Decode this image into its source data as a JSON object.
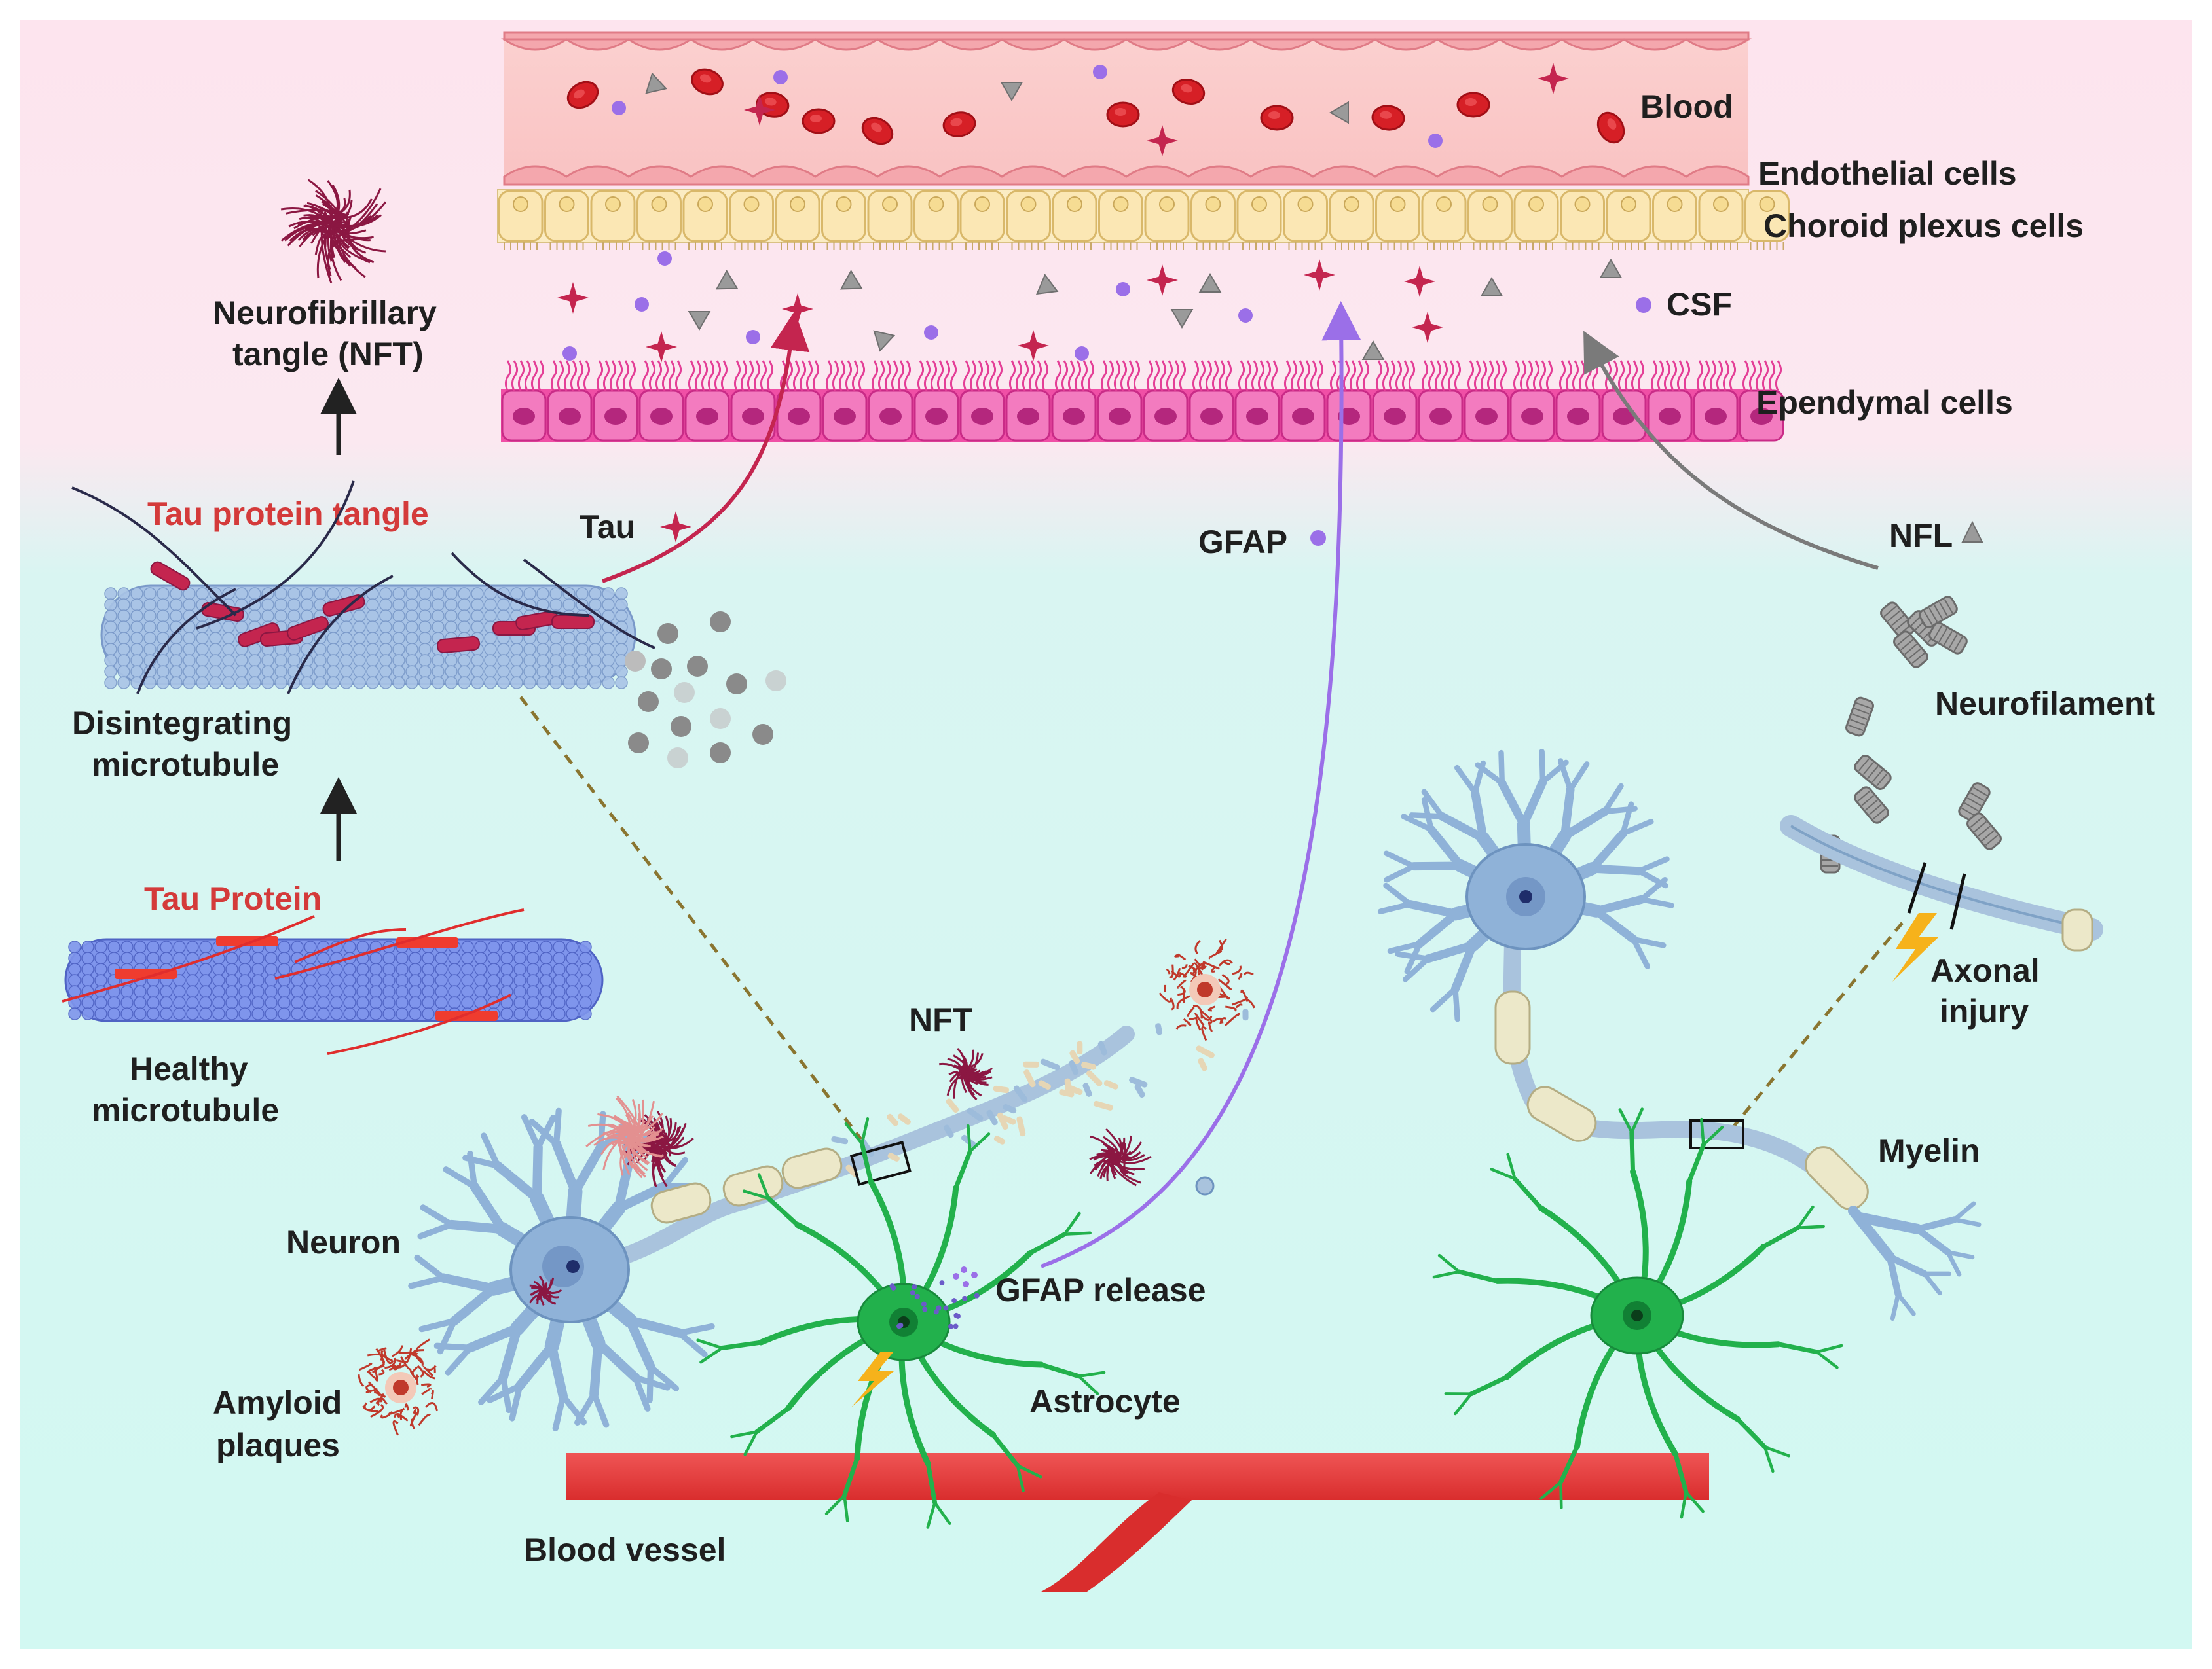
{
  "labels": {
    "blood": "Blood",
    "endothelial": "Endothelial cells",
    "choroid": "Choroid plexus cells",
    "csf": "CSF",
    "ependymal": "Ependymal cells",
    "nft_top_line1": "Neurofibrillary",
    "nft_top_line2": "tangle (NFT)",
    "tau_tangle": "Tau protein tangle",
    "tau": "Tau",
    "gfap": "GFAP",
    "nfl": "NFL",
    "disintegrating_line1": "Disintegrating",
    "disintegrating_line2": "microtubule",
    "neurofilament": "Neurofilament",
    "tau_protein": "Tau Protein",
    "healthy_line1": "Healthy",
    "healthy_line2": "microtubule",
    "axonal_line1": "Axonal",
    "axonal_line2": "injury",
    "nft_mid": "NFT",
    "myelin": "Myelin",
    "neuron": "Neuron",
    "gfap_release": "GFAP release",
    "amyloid_line1": "Amyloid",
    "amyloid_line2": "plaques",
    "astrocyte": "Astrocyte",
    "blood_vessel": "Blood vessel"
  },
  "colors": {
    "top_background": "#fde6ee",
    "bottom_background": "#d8f7f2",
    "tau_marker": "#c4254f",
    "gfap_marker": "#9b6fe8",
    "nfl_marker": "#9a9a9a",
    "neuron": "#8fb2d8",
    "astrocyte": "#22b14c",
    "blood_vessel": "#e33a3a",
    "red_label": "#d43a3a"
  },
  "icons": [
    "tau-star-icon",
    "gfap-dot-icon",
    "nfl-triangle-icon",
    "lightning-icon",
    "amyloid-plaque-icon",
    "nft-tangle-icon"
  ]
}
